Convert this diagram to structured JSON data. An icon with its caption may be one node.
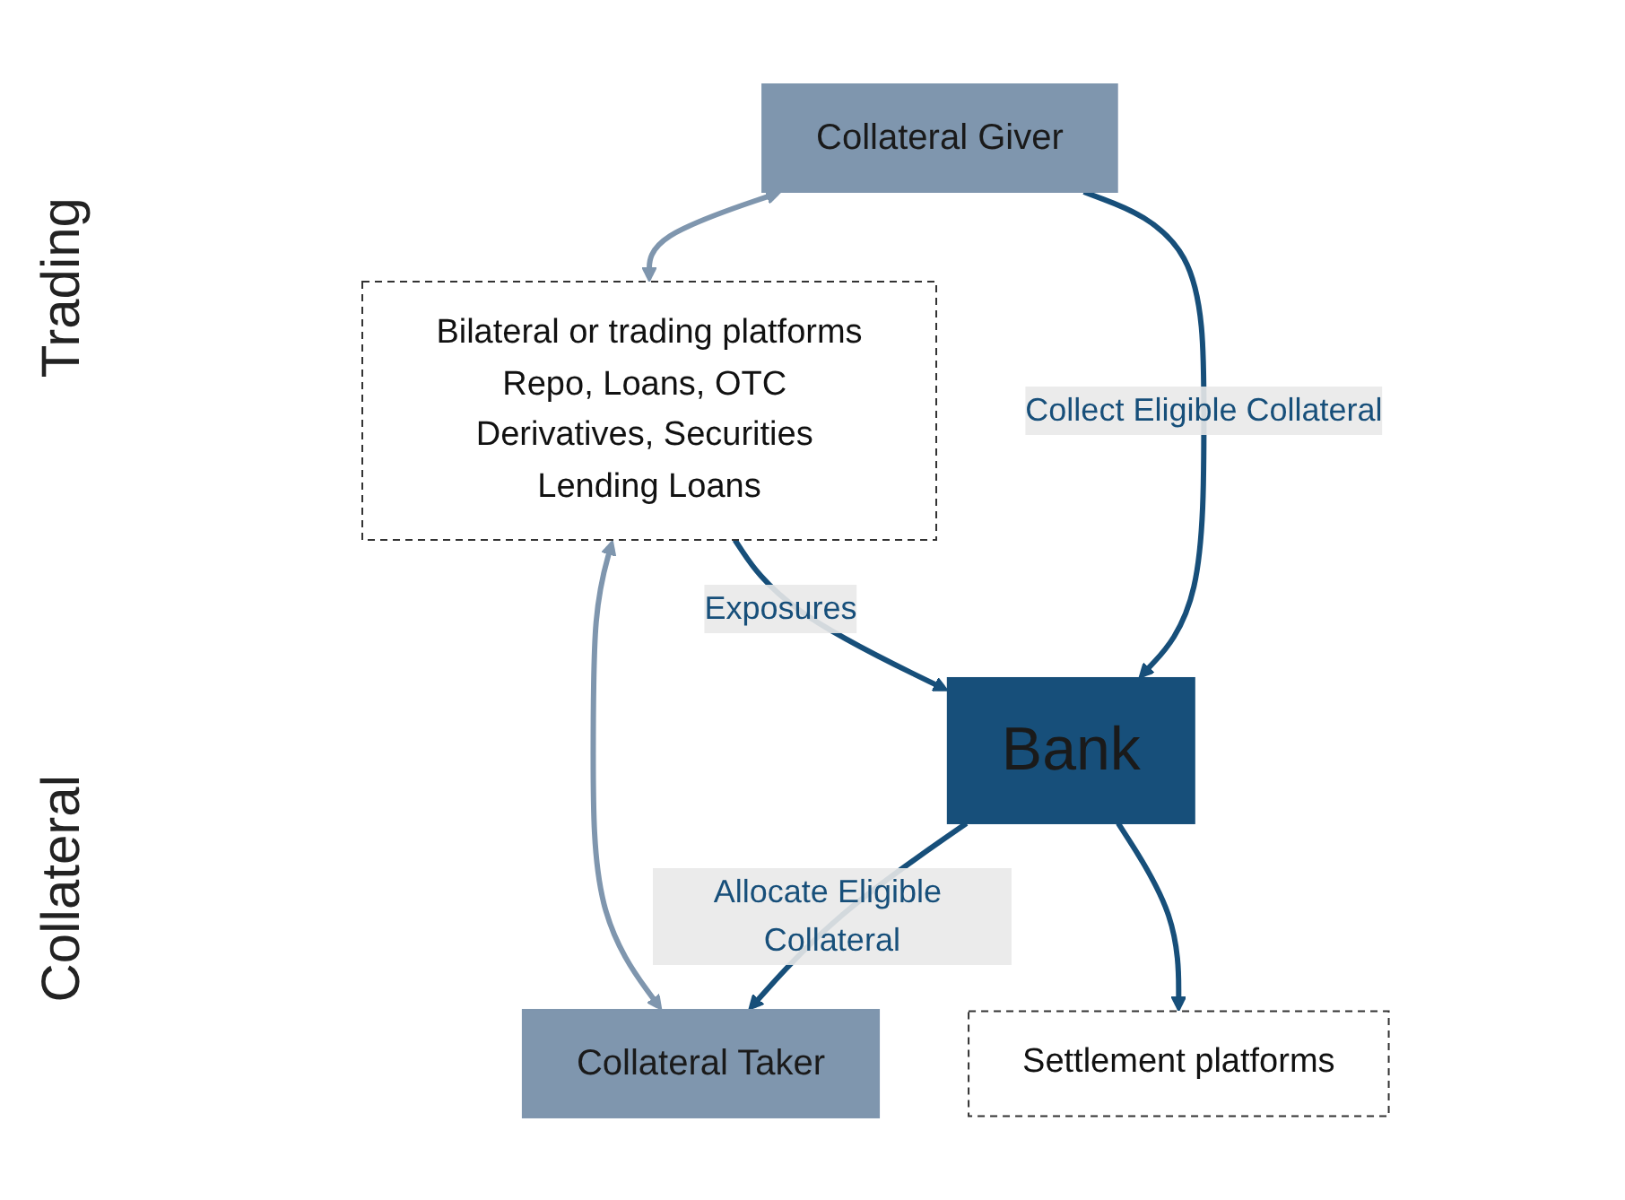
{
  "diagram": {
    "nodes": [
      {
        "text": [
          "Collateral Giver"
        ]
      },
      {
        "text": [
          "Bilateral or trading platforms",
          "Repo, Loans, OTC Derivatives, Securities Lending Loans"
        ]
      },
      {
        "text": [
          "Collateral Taker"
        ]
      },
      {
        "text": [
          "Bank"
        ]
      },
      {
        "text": [
          "Settlement platforms"
        ]
      }
    ],
    "edges": [
      {
        "from": 0,
        "to": 1,
        "arrow": "both",
        "color": "#7f96ae"
      },
      {
        "from": 1,
        "to": 2,
        "arrow": "both",
        "color": "#7f96ae"
      },
      {
        "from": 1,
        "to": 3,
        "arrow": "to",
        "label": "Exposures"
      },
      {
        "from": 0,
        "to": 3,
        "arrow": "to",
        "label": "Collect Eligible Collateral"
      },
      {
        "from": 3,
        "to": 2,
        "arrow": "to",
        "label": "Allocate Eligible Collateral"
      },
      {
        "from": 3,
        "to": 4,
        "arrow": "to"
      }
    ],
    "labels": [
      "Trading",
      "Collateral"
    ]
  }
}
